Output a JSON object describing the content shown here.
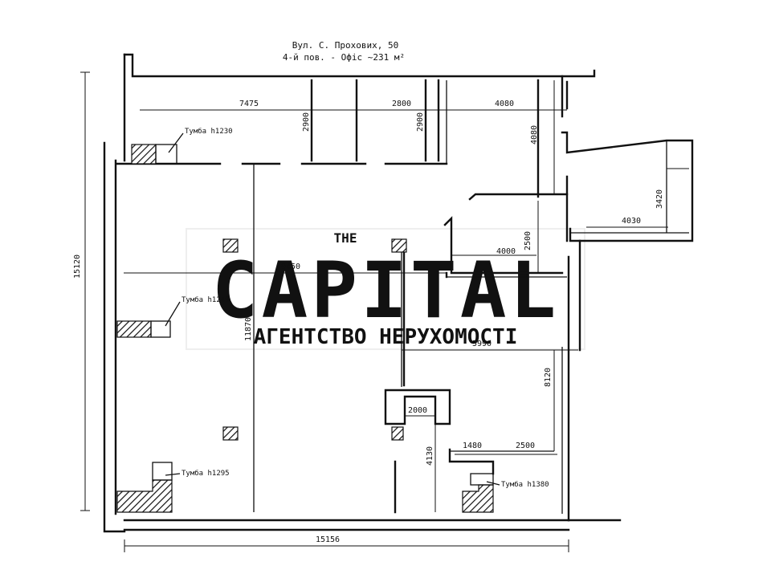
{
  "header": {
    "address_line": "Вул. С. Прохових, 50",
    "floor_line": "4-й пов. - Офіс ~231 м²"
  },
  "watermark": {
    "small": "THE",
    "brand": "CAPITAL",
    "subtitle": "АГЕНТСТВО НЕРУХОМОСТІ"
  },
  "dimensions": {
    "total_height": "15120",
    "total_width": "15156",
    "top_left_span": "7475",
    "top_mid_span": "2800",
    "top_right_span": "4080",
    "left_room_height": "2900",
    "mid_room_height": "2900",
    "right_vertical": "4080",
    "balcony_height": "3420",
    "balcony_width": "4030",
    "corridor_width": "4000",
    "corridor_height": "2500",
    "main_room_width": "9450",
    "main_room_height": "11870",
    "right_room_width": "5990",
    "right_room_height": "8120",
    "small_room_width": "2000",
    "small_room_height": "4130",
    "step_width_a": "1480",
    "step_width_b": "2500"
  },
  "shafts": {
    "shaft_1": "Тумба h1230",
    "shaft_2": "Тумба h1240",
    "shaft_3": "Тумба h1295",
    "shaft_4": "Тумба h1380"
  }
}
